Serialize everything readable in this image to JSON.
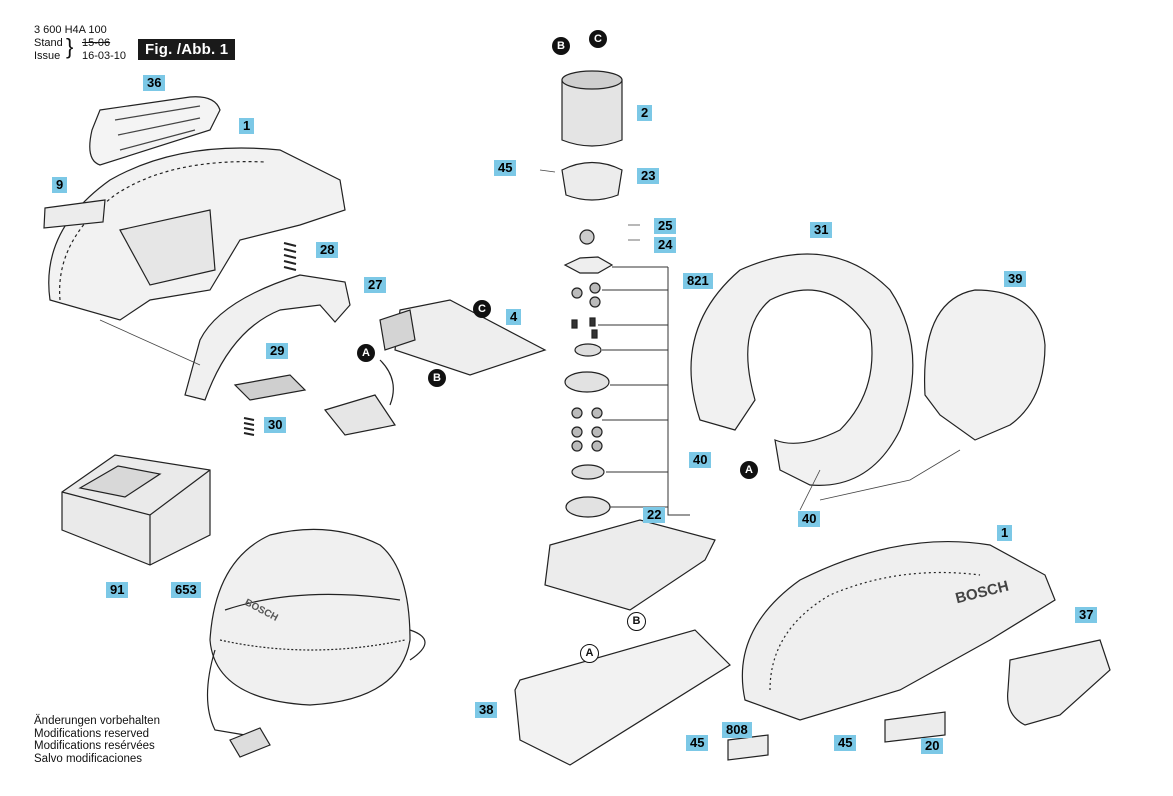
{
  "header": {
    "part_number": "3 600 H4A 100",
    "stand_label": "Stand",
    "issue_label": "Issue",
    "old_date": "15-06",
    "new_date": "16-03-10",
    "figure_label": "Fig. /Abb. 1"
  },
  "callouts": {
    "c36": "36",
    "c1a": "1",
    "c9": "9",
    "c28": "28",
    "c27": "27",
    "c29": "29",
    "c30": "30",
    "c91": "91",
    "c653": "653",
    "c2": "2",
    "c45a": "45",
    "c23": "23",
    "c25": "25",
    "c24": "24",
    "c821": "821",
    "c4": "4",
    "c22": "22",
    "c38": "38",
    "c45b": "45",
    "c808": "808",
    "c45c": "45",
    "c20": "20",
    "c31": "31",
    "c39": "39",
    "c40a": "40",
    "c40b": "40",
    "c1b": "1",
    "c37": "37"
  },
  "markers": {
    "b1": "B",
    "c1": "C",
    "c2": "C",
    "a1": "A",
    "b2": "B",
    "a2": "A",
    "b3": "B",
    "a3": "A"
  },
  "brand_mark": "BOSCH",
  "notes": [
    "Änderungen vorbehalten",
    "Modifications reserved",
    "Modifications resérvées",
    "Salvo modificaciones"
  ]
}
